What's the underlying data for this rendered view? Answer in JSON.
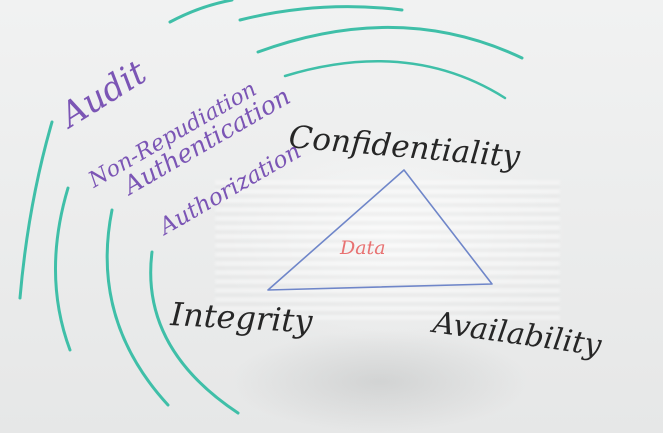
{
  "whiteboard": {
    "words": {
      "confidentiality": "Confidentiality",
      "integrity": "Integrity",
      "availability": "Availability",
      "data": "Data"
    },
    "security_terms": [
      "Audit",
      "Non-Repudiation",
      "Authentication",
      "Authorization"
    ]
  },
  "colors": {
    "marker_black": "#262626",
    "marker_purple": "#7b55b5",
    "marker_teal": "#3fbfa8",
    "marker_blue": "#6f86c9",
    "marker_red": "#e87272"
  }
}
